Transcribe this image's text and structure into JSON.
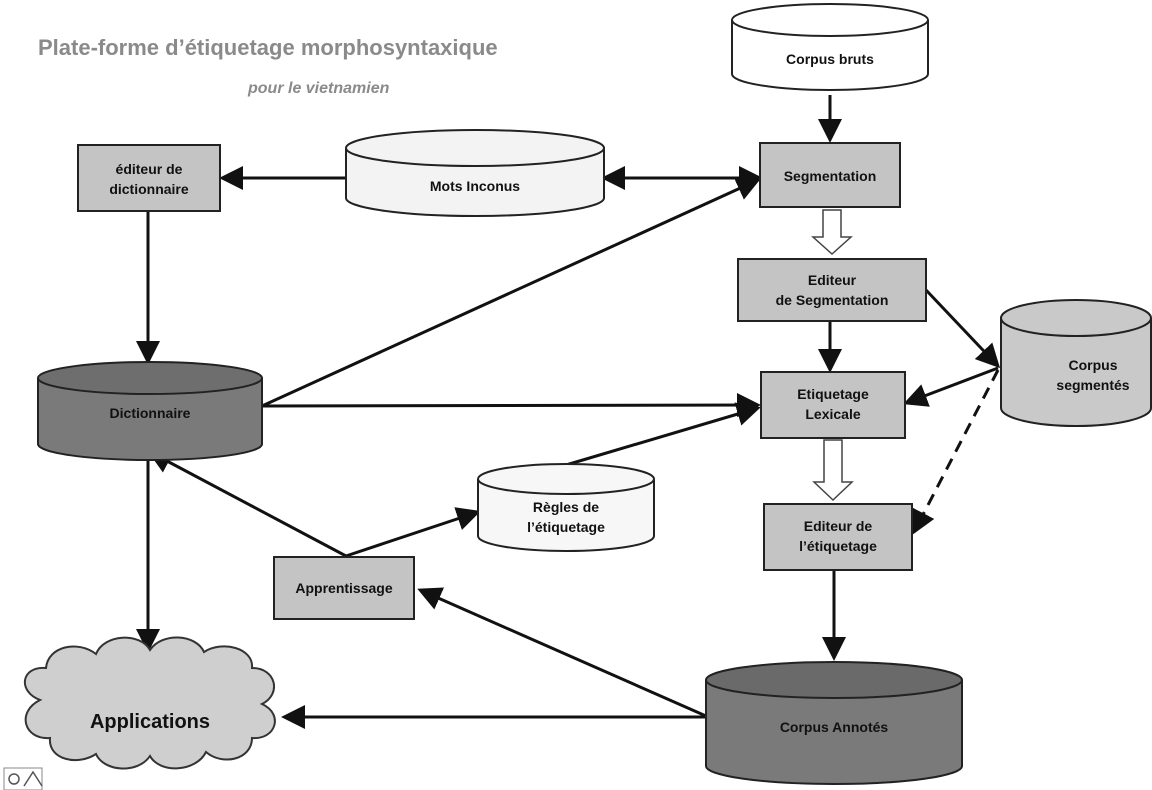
{
  "title": "Plate-forme d’étiquetage morphosyntaxique",
  "subtitle": "pour le vietnamien",
  "nodes": {
    "corpus_bruts": "Corpus bruts",
    "mots_inconus": "Mots Inconus",
    "segmentation": "Segmentation",
    "editeur_dictionnaire": [
      "éditeur de",
      "dictionnaire"
    ],
    "editeur_segmentation": [
      "Editeur",
      "de Segmentation"
    ],
    "corpus_segmentes": [
      "Corpus",
      "segmentés"
    ],
    "dictionnaire": "Dictionnaire",
    "etiquetage_lexicale": [
      "Etiquetage",
      "Lexicale"
    ],
    "regles": [
      "Règles de",
      "l’étiquetage"
    ],
    "editeur_etiquetage": [
      "Editeur de",
      "l’étiquetage"
    ],
    "apprentissage": "Apprentissage",
    "applications": "Applications",
    "corpus_annotes": "Corpus Annotés"
  },
  "colors": {
    "box_fill": "#c4c4c4",
    "light_cylinder": "#f3f3f3",
    "mid_cylinder": "#c9c9c9",
    "dark_cylinder": "#7a7a7a",
    "cloud": "#cfcfcf",
    "title": "#8a8a8a"
  }
}
